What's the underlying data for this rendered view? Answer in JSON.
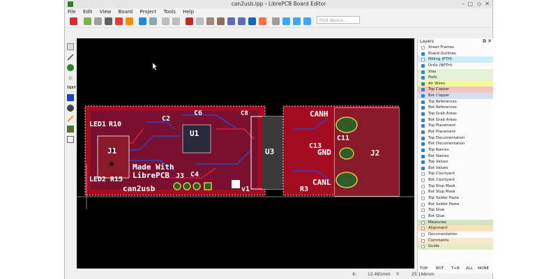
{
  "window": {
    "title": "can2usb.lpp - LibrePCB Board Editor"
  },
  "window_controls": {
    "minimize": "–",
    "maximize": "▢",
    "restore": "◇",
    "close": "✕"
  },
  "menu": [
    "File",
    "Edit",
    "View",
    "Board",
    "Project",
    "Tools",
    "Help"
  ],
  "toolbar": {
    "find_placeholder": "Find device..."
  },
  "layers_panel": {
    "title": "Layers",
    "header_icons": {
      "float": "⧉",
      "close": "✕"
    },
    "items": [
      {
        "label": "Sheet Frames",
        "checked": false,
        "color": "#fbfbfb"
      },
      {
        "label": "Board Outlines",
        "checked": true,
        "color": "#fbfbfb"
      },
      {
        "label": "Milling (PTH)",
        "checked": false,
        "color": "#cdeef7"
      },
      {
        "label": "Drills (NPTH)",
        "checked": true,
        "color": "#fbfbfb"
      },
      {
        "label": "Vias",
        "checked": true,
        "color": "#e6f1d8"
      },
      {
        "label": "Pads",
        "checked": true,
        "color": "#e6f1d8"
      },
      {
        "label": "Air Wires",
        "checked": true,
        "color": "#f6f89a"
      },
      {
        "label": "Top Copper",
        "checked": true,
        "color": "#f2c5c5"
      },
      {
        "label": "Bot Copper",
        "checked": true,
        "color": "#d5dff0"
      },
      {
        "label": "Top References",
        "checked": true,
        "color": "#fbfbfb"
      },
      {
        "label": "Bot References",
        "checked": true,
        "color": "#fbfbfb"
      },
      {
        "label": "Top Grab Areas",
        "checked": true,
        "color": "#fbfbfb"
      },
      {
        "label": "Bot Grab Areas",
        "checked": true,
        "color": "#fbfbfb"
      },
      {
        "label": "Top Placement",
        "checked": true,
        "color": "#fbfbfb"
      },
      {
        "label": "Bot Placement",
        "checked": true,
        "color": "#fbfbfb"
      },
      {
        "label": "Top Documentation",
        "checked": true,
        "color": "#fbfbfb"
      },
      {
        "label": "Bot Documentation",
        "checked": true,
        "color": "#fbfbfb"
      },
      {
        "label": "Top Names",
        "checked": true,
        "color": "#fbfbfb"
      },
      {
        "label": "Bot Names",
        "checked": true,
        "color": "#fbfbfb"
      },
      {
        "label": "Top Values",
        "checked": true,
        "color": "#fbfbfb"
      },
      {
        "label": "Bot Values",
        "checked": true,
        "color": "#fbfbfb"
      },
      {
        "label": "Top Courtyard",
        "checked": false,
        "color": "#fbfbfb"
      },
      {
        "label": "Bot Courtyard",
        "checked": false,
        "color": "#fbfbfb"
      },
      {
        "label": "Top Stop Mask",
        "checked": false,
        "color": "#fbfbfb"
      },
      {
        "label": "Bot Stop Mask",
        "checked": false,
        "color": "#fbfbfb"
      },
      {
        "label": "Top Solder Paste",
        "checked": false,
        "color": "#fbfbfb"
      },
      {
        "label": "Bot Solder Paste",
        "checked": false,
        "color": "#fbfbfb"
      },
      {
        "label": "Top Glue",
        "checked": false,
        "color": "#fbfbfb"
      },
      {
        "label": "Bot Glue",
        "checked": false,
        "color": "#fbfbfb"
      },
      {
        "label": "Measures",
        "checked": false,
        "color": "#d4e3be"
      },
      {
        "label": "Alignment",
        "checked": false,
        "color": "#f7e1bd"
      },
      {
        "label": "Documentation",
        "checked": false,
        "color": "#fbfbfb"
      },
      {
        "label": "Comments",
        "checked": false,
        "color": "#fbe7c9"
      },
      {
        "label": "Guide",
        "checked": false,
        "color": "#e6ebc8"
      }
    ],
    "buttons": [
      "TOP",
      "BOT",
      "T+B",
      "ALL",
      "NONE"
    ]
  },
  "board": {
    "labels": {
      "led1": "LED1",
      "r10": "R10",
      "j1": "J1",
      "led2": "LED2",
      "r15": "R15",
      "c2": "C2",
      "c6": "C6",
      "u1": "U1",
      "c8": "C8",
      "c4": "C4",
      "j3": "J3",
      "made_with": "Made With",
      "librepcb": "LibrePCB",
      "can2usb": "can2usb",
      "v1": "v1",
      "u3": "U3",
      "canh": "CANH",
      "c13": "C13",
      "gnd": "GND",
      "c11": "C11",
      "j2": "J2",
      "r3": "R3",
      "canl": "CANL"
    }
  },
  "statusbar": {
    "x_label": "X:",
    "x_value": "12.491mm",
    "y_label": "Y:",
    "y_value": "25.166mm"
  }
}
